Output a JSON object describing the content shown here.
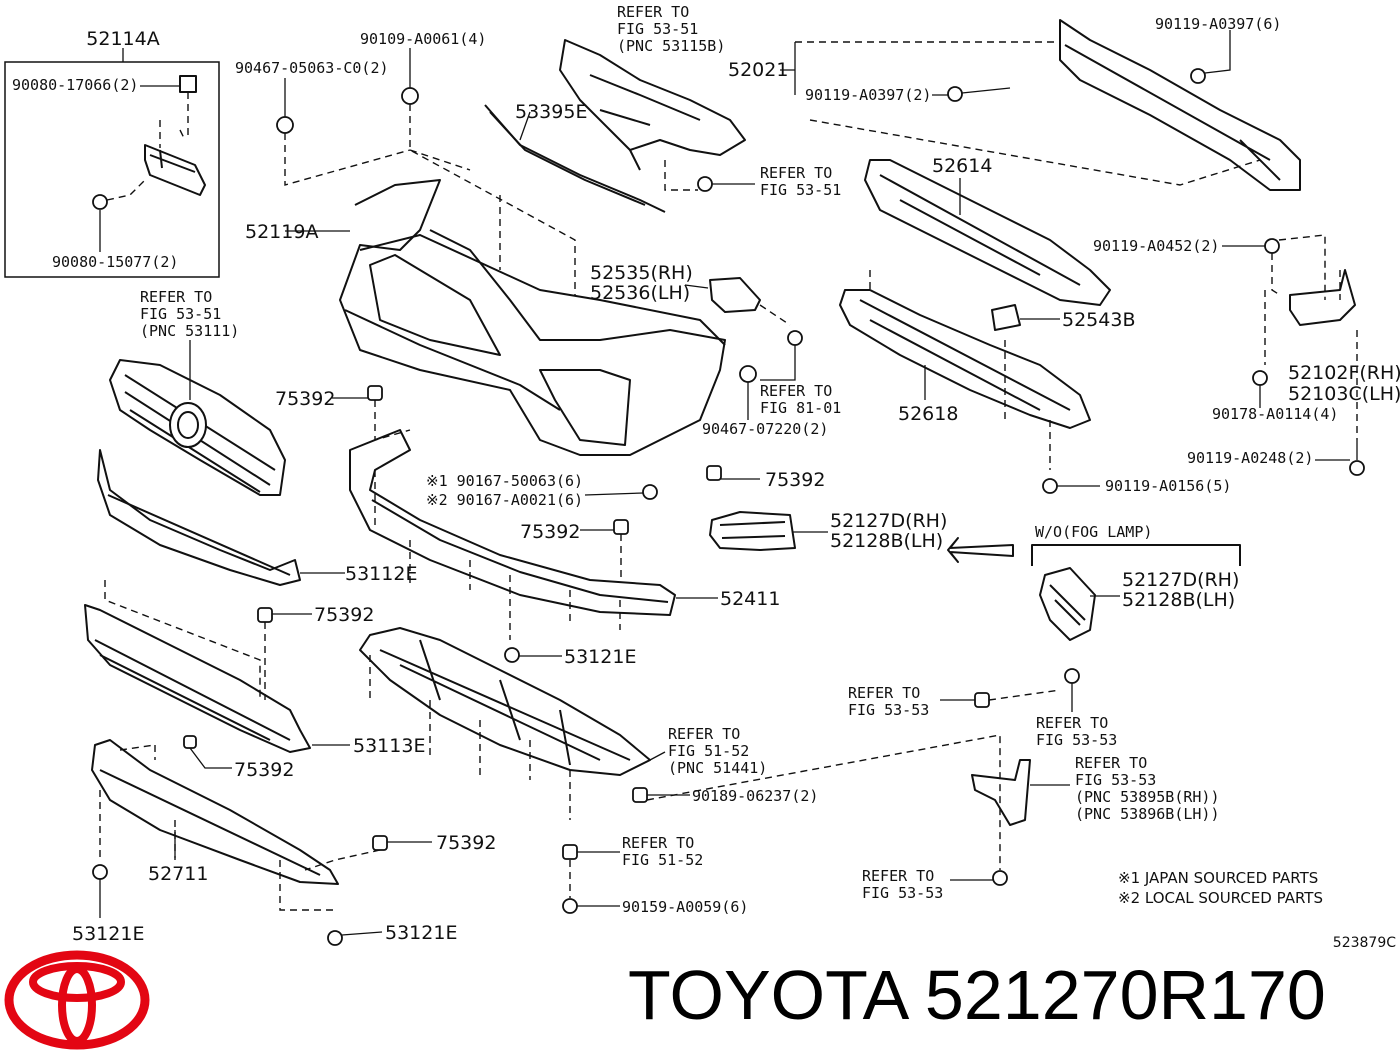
{
  "box_title": "52114A",
  "parts": {
    "p90080_17066": "90080-17066(2)",
    "p90080_15077": "90080-15077(2)",
    "p90467_05063": "90467-05063-C0(2)",
    "p90109_A0061": "90109-A0061(4)",
    "p52119A": "52119A",
    "p53395E": "53395E",
    "p52021": "52021",
    "p90119_A0397_top": "90119-A0397(6)",
    "p90119_A0397_mid": "90119-A0397(2)",
    "p52614": "52614",
    "p90119_A0452": "90119-A0452(2)",
    "p52535": "52535(RH)",
    "p52536": "52536(LH)",
    "p52543B": "52543B",
    "p52618": "52618",
    "p52102F": "52102F(RH)",
    "p52103C": "52103C(LH)",
    "p90178_A0114": "90178-A0114(4)",
    "p90119_A0248": "90119-A0248(2)",
    "p90119_A0156": "90119-A0156(5)",
    "p90467_07220": "90467-07220(2)",
    "p75392_a": "75392",
    "p75392_b": "75392",
    "p75392_c": "75392",
    "p75392_d": "75392",
    "p75392_e": "75392",
    "p75392_f": "75392",
    "p90167_50063": "※1 90167-50063(6)",
    "p90167_A0021": "※2 90167-A0021(6)",
    "p52127D_a": "52127D(RH)",
    "p52128B_a": "52128B(LH)",
    "p52127D_b": "52127D(RH)",
    "p52128B_b": "52128B(LH)",
    "wo_fog": "W/O(FOG LAMP)",
    "p53112E": "53112E",
    "p52411": "52411",
    "p53121E_a": "53121E",
    "p53121E_b": "53121E",
    "p53121E_c": "53121E",
    "p53113E": "53113E",
    "p52711": "52711",
    "p90189_06237": "90189-06237(2)",
    "p90159_A0059": "90159-A0059(6)"
  },
  "refs": {
    "r1": [
      "REFER TO",
      "FIG 53-51",
      "(PNC 53115B)"
    ],
    "r2": [
      "REFER TO",
      "FIG 53-51"
    ],
    "r3": [
      "REFER TO",
      "FIG 53-51",
      "(PNC 53111)"
    ],
    "r4": [
      "REFER TO",
      "FIG 81-01"
    ],
    "r5": [
      "REFER TO",
      "FIG 51-52",
      "(PNC 51441)"
    ],
    "r6": [
      "REFER TO",
      "FIG 53-53"
    ],
    "r7": [
      "REFER TO",
      "FIG 53-53"
    ],
    "r8": [
      "REFER TO",
      "FIG 53-53",
      "(PNC 53895B(RH))",
      "(PNC 53896B(LH))"
    ],
    "r9": [
      "REFER TO",
      "FIG 51-52"
    ],
    "r10": [
      "REFER TO",
      "FIG 53-53"
    ]
  },
  "notes": [
    "※1 JAPAN SOURCED PARTS",
    "※2 LOCAL SOURCED PARTS"
  ],
  "diagram_code": "523879C",
  "brand": {
    "title": "TOYOTA 521270R170",
    "logo": "toyota-logo"
  },
  "colors": {
    "logo_red": "#E30613",
    "ink": "#111111"
  }
}
